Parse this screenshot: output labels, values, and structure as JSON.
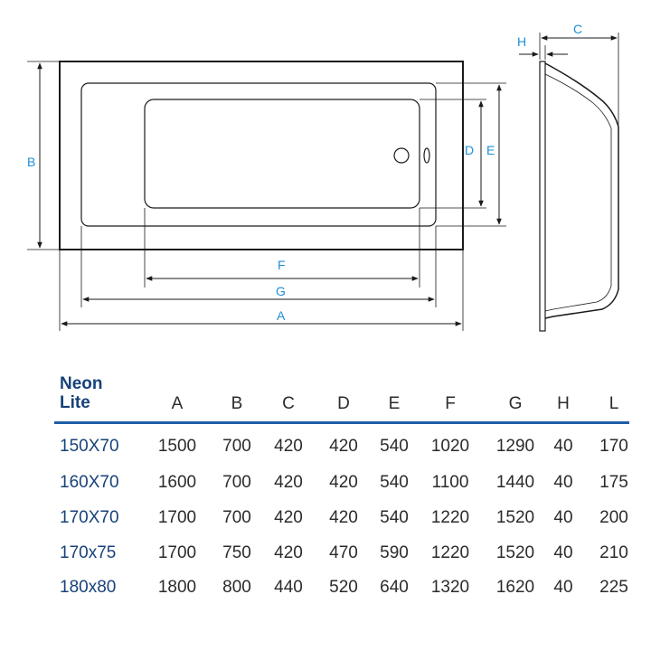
{
  "labels": {
    "a": "A",
    "b": "B",
    "c": "C",
    "d": "D",
    "e": "E",
    "f": "F",
    "g": "G",
    "h": "H"
  },
  "table": {
    "title_line1": "Neon",
    "title_line2": "Lite",
    "headers": [
      "A",
      "B",
      "C",
      "D",
      "E",
      "F",
      "G",
      "H",
      "L"
    ],
    "rows": [
      {
        "model": "150X70",
        "values": [
          "1500",
          "700",
          "420",
          "420",
          "540",
          "1020",
          "1290",
          "40",
          "170"
        ]
      },
      {
        "model": "160X70",
        "values": [
          "1600",
          "700",
          "420",
          "420",
          "540",
          "1100",
          "1440",
          "40",
          "175"
        ]
      },
      {
        "model": "170X70",
        "values": [
          "1700",
          "700",
          "420",
          "420",
          "540",
          "1220",
          "1520",
          "40",
          "200"
        ]
      },
      {
        "model": "170x75",
        "values": [
          "1700",
          "750",
          "420",
          "470",
          "590",
          "1220",
          "1520",
          "40",
          "210"
        ]
      },
      {
        "model": "180x80",
        "values": [
          "1800",
          "800",
          "440",
          "520",
          "640",
          "1320",
          "1620",
          "40",
          "225"
        ]
      }
    ]
  },
  "colors": {
    "dimension": "#1f8fd6",
    "title": "#17427a",
    "rule": "#1f5ea8",
    "line": "#1a1a1a"
  }
}
